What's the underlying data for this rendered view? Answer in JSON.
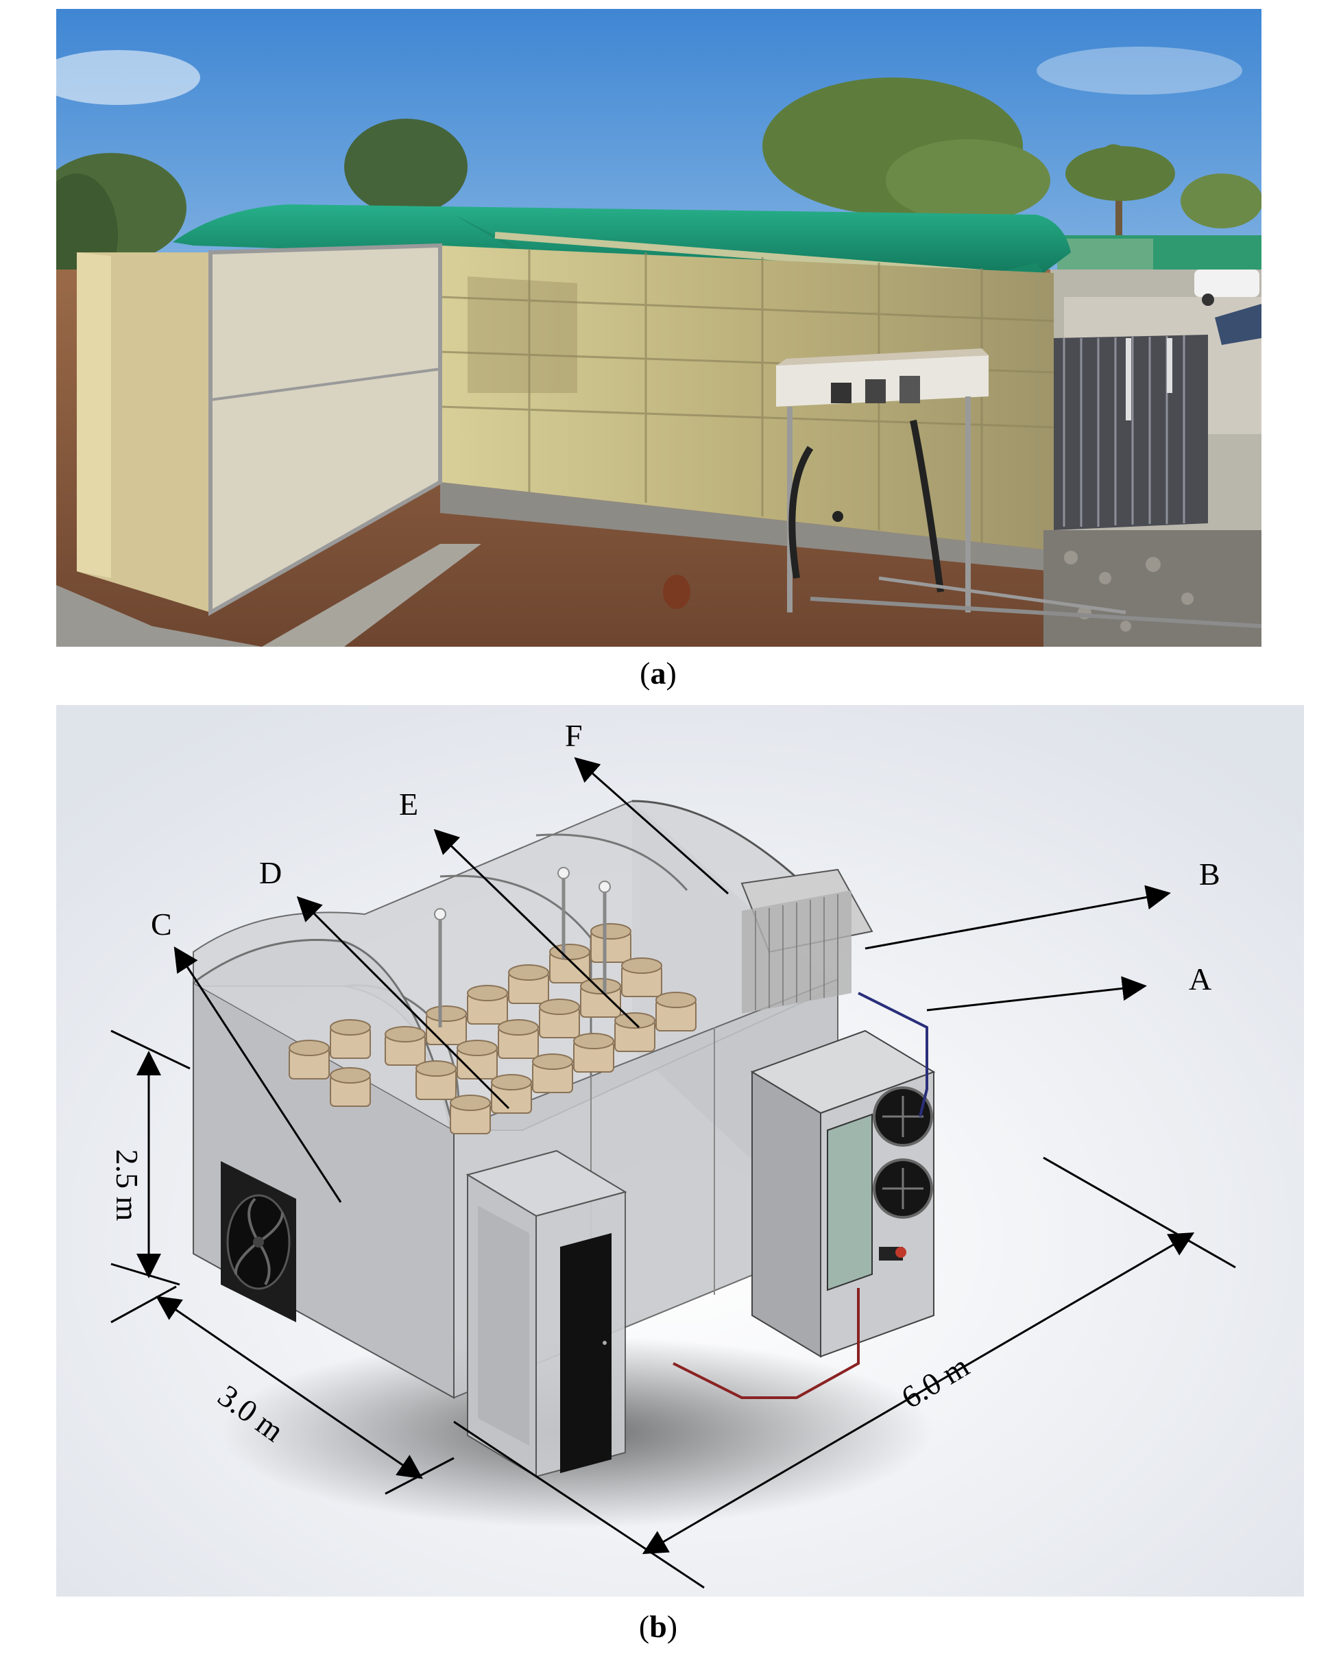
{
  "figure": {
    "panel_a": {
      "caption_open": "(",
      "caption_letter": "a",
      "caption_close": ")"
    },
    "panel_b": {
      "caption_open": "(",
      "caption_letter": "b",
      "caption_close": ")"
    }
  },
  "diagram": {
    "labels": {
      "A": "A",
      "B": "B",
      "C": "C",
      "D": "D",
      "E": "E",
      "F": "F"
    },
    "dimensions": {
      "height": "2.5 m",
      "width": "3.0 m",
      "length": "6.0 m"
    }
  },
  "colors": {
    "sky_top": "#4d8fd6",
    "sky_bottom": "#cfe1f1",
    "shade_net": "#1f9a7a",
    "wall_panel": "#c8bf8a",
    "soil": "#8a5a3b",
    "enclosure_glass": "#c9c9cb",
    "pot": "#d8c3a5",
    "cooler_panel": "#9fb6ad",
    "water_line": "#2a2f7a",
    "refrigerant_line": "#8a2222"
  }
}
